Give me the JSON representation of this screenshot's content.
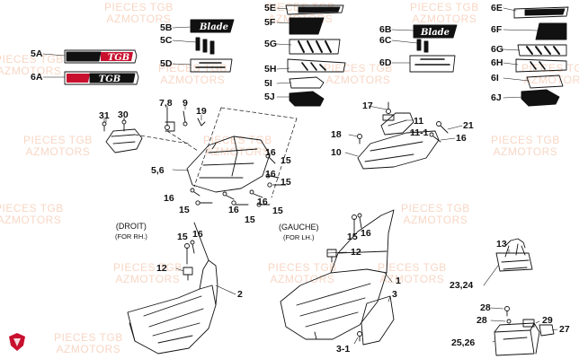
{
  "watermark": {
    "line1": "PIECES TGB",
    "line2": "AZMOTORS"
  },
  "side_notes": {
    "right_side": {
      "main": "(DROIT)",
      "sub": "(FOR RH.)"
    },
    "left_side": {
      "main": "(GAUCHE)",
      "sub": "(FOR LH.)"
    }
  },
  "callouts": {
    "5a": "5A",
    "6a": "6A",
    "5b": "5B",
    "5c": "5C",
    "5d": "5D",
    "5e": "5E",
    "5f": "5F",
    "5g": "5G",
    "5h": "5H",
    "5i": "5I",
    "5j": "5J",
    "6b": "6B",
    "6c": "6C",
    "6d": "6D",
    "6e": "6E",
    "6f": "6F",
    "6g": "6G",
    "6h": "6H",
    "6i": "6I",
    "6j": "6J",
    "31": "31",
    "30": "30",
    "7_8": "7,8",
    "9": "9",
    "19": "19",
    "5_6": "5,6",
    "16_a": "16",
    "15_a": "15",
    "16_b": "16",
    "15_b": "15",
    "16_c": "16",
    "15_c": "15",
    "16_d": "16",
    "15_d": "15",
    "16_e": "16",
    "15_e": "15",
    "17": "17",
    "11": "11",
    "11_1": "11-1",
    "18": "18",
    "10": "10",
    "21": "21",
    "16_f": "16",
    "15_g": "15",
    "16_g": "16",
    "12_a": "12",
    "2": "2",
    "15_h": "15",
    "16_h": "16",
    "12_b": "12",
    "1": "1",
    "3": "3",
    "3_1": "3-1",
    "13": "13",
    "23_24": "23,24",
    "28_a": "28",
    "28_b": "28",
    "29": "29",
    "27": "27",
    "25_26": "25,26"
  },
  "decal_text": {
    "blade_a": "Blade",
    "blade_b": "Blade",
    "tgb_a": "TGB",
    "tgb_b": "TGB"
  },
  "colors": {
    "logo_red": "#c8102e",
    "watermark": "#e8783c",
    "line": "#111111"
  }
}
